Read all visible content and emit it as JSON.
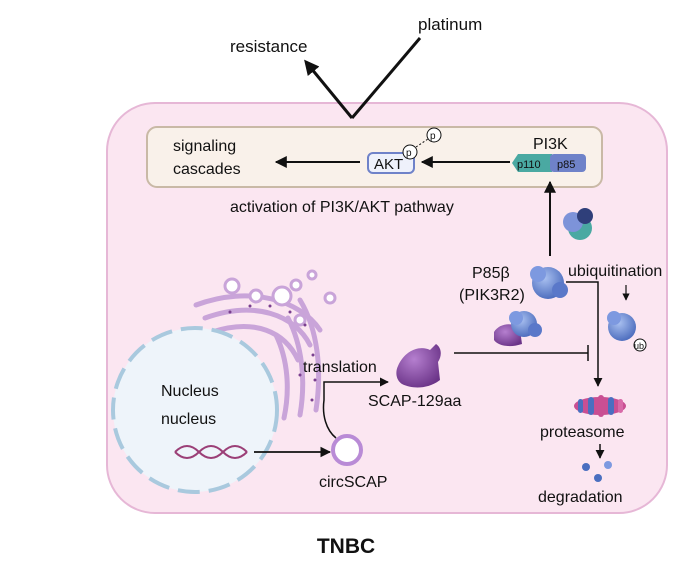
{
  "labels": {
    "platinum": "platinum",
    "resistance": "resistance",
    "signaling_cascades_line1": "signaling",
    "signaling_cascades_line2": "cascades",
    "akt": "AKT",
    "phospho_1": "p",
    "phospho_2": "p",
    "pi3k": "PI3K",
    "p110": "p110",
    "p85": "p85",
    "pathway": "activation of PI3K/AKT pathway",
    "p85b_line1": "P85β",
    "p85b_line2": "(PIK3R2)",
    "ubiquitination": "ubiquitination",
    "ub": "ub",
    "translation": "translation",
    "scap": "SCAP-129aa",
    "nucleus_line1": "Nucleus",
    "nucleus_line2": "nucleus",
    "circscap": "circSCAP",
    "proteasome": "proteasome",
    "degradation": "degradation",
    "tnbc": "TNBC"
  },
  "colors": {
    "cell_fill": "#fbe6f1",
    "cell_stroke": "#e6b7d6",
    "pathway_box_fill": "#f9f1ea",
    "pathway_box_stroke": "#c9b9a6",
    "p110": "#4aa9a2",
    "p85": "#6f82c9",
    "protein_blue": "#6f8fd8",
    "scap_purple": "#8a4fa5",
    "golgi": "#c9a4d9",
    "nucleus_fill": "#eef4fa",
    "nucleus_stroke": "#a9c9de",
    "dna": "#9b3f77",
    "proteasome_pink": "#c94f93",
    "proteasome_blue": "#4a6fc0"
  }
}
